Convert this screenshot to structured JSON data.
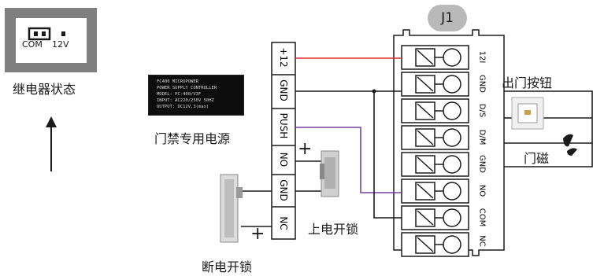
{
  "relay_status": {
    "title": "继电器状态",
    "com_label": "COM",
    "v12_label": "12V"
  },
  "power_supply": {
    "caption": "门禁专用电源",
    "label_lines": [
      "FC400 MICROPOWER",
      "POWER  SUPPLY  CONTROLLER",
      "MODEL: PC-400/V3F",
      "INPUT: AC220/250V  50HZ",
      "OUTPUT: DC12V,3(max)"
    ]
  },
  "psu_terminals": [
    "+12",
    "GND",
    "PUSH",
    "NO",
    "GND",
    "NC"
  ],
  "j1": {
    "label": "J1",
    "pins": [
      "12I",
      "GND",
      "D/S",
      "D/M",
      "GND",
      "NO",
      "COM",
      "NC"
    ]
  },
  "exit_button_label": "出门按钮",
  "door_magnet_label": "门磁",
  "power_on_unlock_label": "上电开锁",
  "power_off_unlock_label": "断电开锁",
  "plus_sign": "+",
  "colors": {
    "red_wire": "#e03030",
    "purple_wire": "#7a3fa0",
    "black_wire": "#1a1a1a",
    "relay_frame": "#7f7f7f",
    "j1_badge": "#b9b9b9"
  }
}
